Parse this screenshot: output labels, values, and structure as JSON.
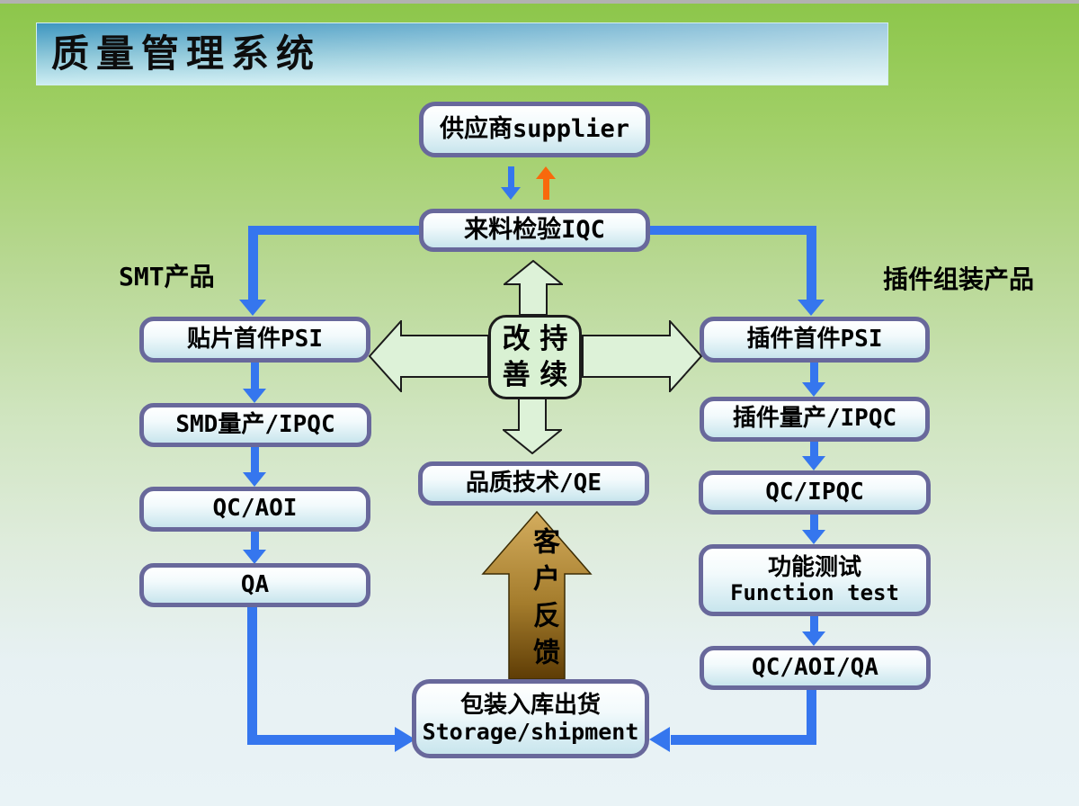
{
  "title": "质量管理系统",
  "branch_labels": {
    "left": "SMT产品",
    "right": "插件组装产品"
  },
  "nodes": {
    "supplier": "供应商supplier",
    "iqc": "来料检验IQC",
    "smt_psi": "贴片首件PSI",
    "smd_ipqc": "SMD量产/IPQC",
    "qc_aoi": "QC/AOI",
    "qa": "QA",
    "dip_psi": "插件首件PSI",
    "dip_ipqc": "插件量产/IPQC",
    "qc_ipqc": "QC/IPQC",
    "function_test": {
      "cn": "功能测试",
      "en": "Function test"
    },
    "qc_aoi_qa": "QC/AOI/QA",
    "qe": "品质技术/QE",
    "storage": {
      "cn": "包装入库出货",
      "en": "Storage/shipment"
    }
  },
  "hub": {
    "line1": "改 持",
    "line2": "善 续"
  },
  "feedback_label": "客户反馈",
  "colors": {
    "connector_blue": "#3576ee",
    "return_orange": "#f8690c",
    "hub_arrow_green": "#ddf2d8",
    "feedback_brown_top": "#d4ad5e",
    "feedback_brown_bottom": "#5e3c05",
    "node_border": "#68689b",
    "title_gradient_start": "#3e96c0",
    "title_gradient_end": "#cdedf3",
    "background_top": "#8cc64a",
    "background_bottom": "#e9f3f6"
  }
}
